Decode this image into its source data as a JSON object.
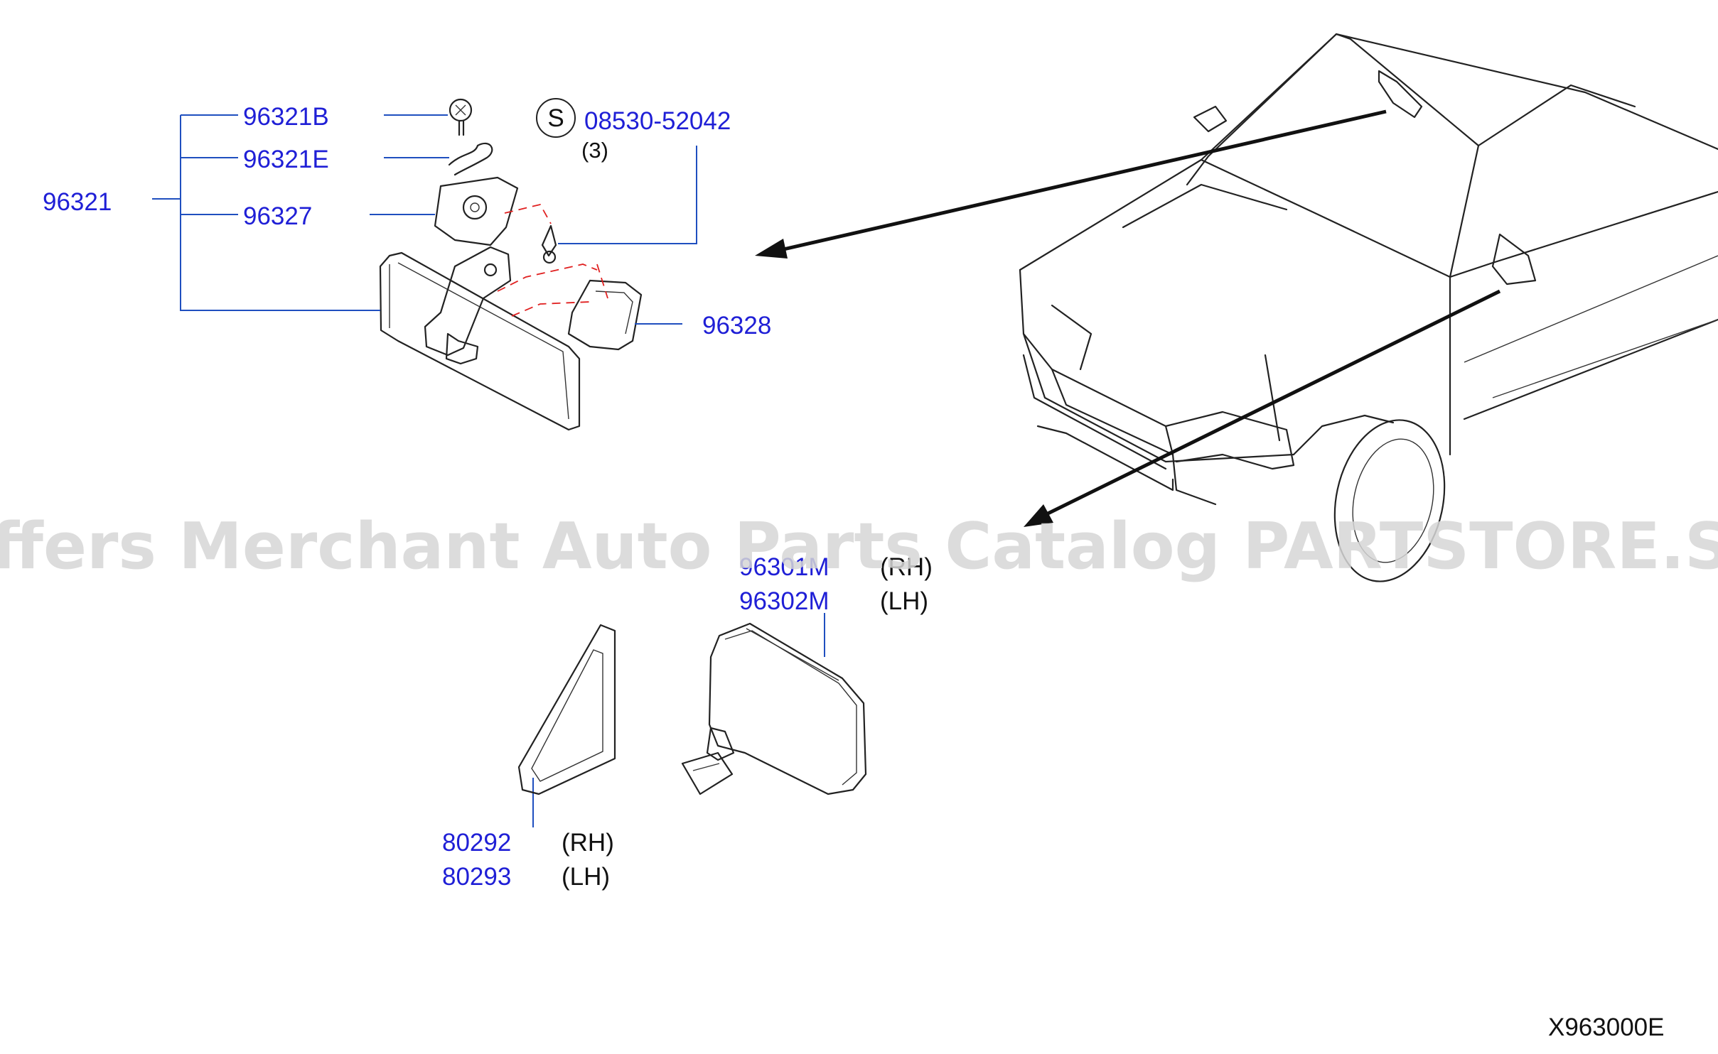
{
  "labels": {
    "p96321": "96321",
    "p96321B": "96321B",
    "p96321E": "96321E",
    "p96327": "96327",
    "p96328": "96328",
    "screw": "08530-52042",
    "screw_symbol": "S",
    "screw_qty": "(3)",
    "p96301M": "96301M",
    "p96302M": "96302M",
    "rh1": "(RH)",
    "lh1": "(LH)",
    "p80292": "80292",
    "p80293": "80293",
    "rh2": "(RH)",
    "lh2": "(LH)",
    "figure_code": "X963000E"
  },
  "watermark": "Offers Merchant Auto Parts Catalog PARTSTORE.SA",
  "colors": {
    "part_number": "#1f1fd6",
    "leader_line": "#1f4fbf",
    "hidden_line": "#e02020",
    "watermark": "#d6d6d6"
  }
}
